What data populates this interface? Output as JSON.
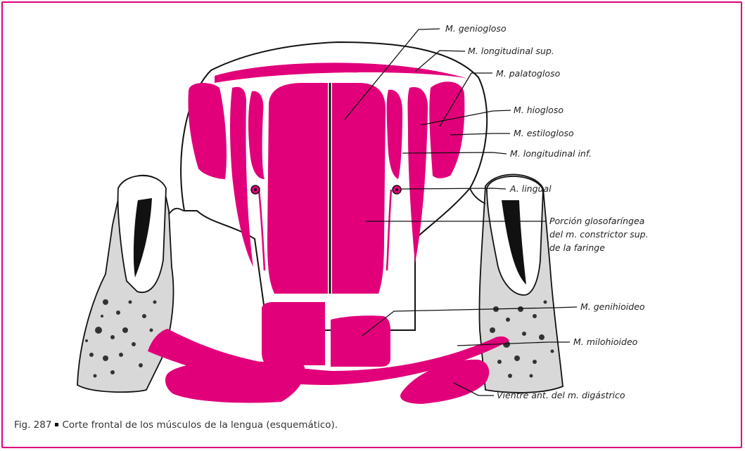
{
  "colors": {
    "frame": "#e0007a",
    "muscle": "#e2007a",
    "bone": "#d8d8d8",
    "line": "#111111"
  },
  "labels": {
    "geniogloso": "M. geniogloso",
    "long_sup": "M. longitudinal sup.",
    "palatogloso": "M. palatogloso",
    "hiogloso": "M. hiogloso",
    "estilogloso": "M. estilogloso",
    "long_inf": "M. longitudinal inf.",
    "lingual": "A. lingual",
    "porcion_1": "Porción glosofaríngea",
    "porcion_2": "del m. constrictor sup.",
    "porcion_3": "de la faringe",
    "genihioideo": "M. genihioideo",
    "milohioideo": "M. milohioideo",
    "digastrico": "Vientre ant. del m. digástrico"
  },
  "caption": {
    "number": "Fig. 287",
    "text": "Corte frontal de los músculos de la lengua (esquemático)."
  }
}
